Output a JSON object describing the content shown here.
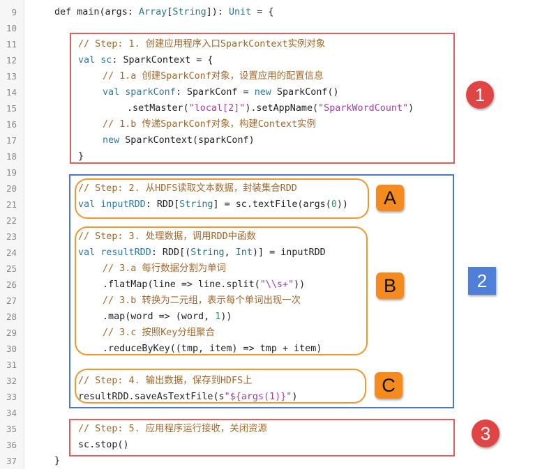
{
  "editor": {
    "lines": [
      {
        "no": "9",
        "tokens": [
          {
            "t": "def main(args: ",
            "c": ""
          },
          {
            "t": "Array",
            "c": "ty"
          },
          {
            "t": "[",
            "c": ""
          },
          {
            "t": "String",
            "c": "ty"
          },
          {
            "t": "]): ",
            "c": ""
          },
          {
            "t": "Unit",
            "c": "ty"
          },
          {
            "t": " = {",
            "c": ""
          }
        ]
      },
      {
        "no": "10",
        "tokens": []
      },
      {
        "no": "11",
        "tokens": [
          {
            "t": "// Step: 1. 创建应用程序入口SparkContext实例对象",
            "c": "comment"
          }
        ]
      },
      {
        "no": "12",
        "tokens": [
          {
            "t": "val ",
            "c": "kw"
          },
          {
            "t": "sc",
            "c": "kw"
          },
          {
            "t": ": SparkContext = {",
            "c": ""
          }
        ]
      },
      {
        "no": "13",
        "tokens": [
          {
            "t": "// 1.a 创建SparkConf对象，设置应用的配置信息",
            "c": "comment"
          }
        ]
      },
      {
        "no": "14",
        "tokens": [
          {
            "t": "val ",
            "c": "kw"
          },
          {
            "t": "sparkConf",
            "c": "kw"
          },
          {
            "t": ": SparkConf = ",
            "c": ""
          },
          {
            "t": "new",
            "c": "kw"
          },
          {
            "t": " SparkConf()",
            "c": ""
          }
        ]
      },
      {
        "no": "15",
        "tokens": [
          {
            "t": ".setMaster(",
            "c": ""
          },
          {
            "t": "\"local[2]\"",
            "c": "str"
          },
          {
            "t": ").setAppName(",
            "c": ""
          },
          {
            "t": "\"SparkWordCount\"",
            "c": "str"
          },
          {
            "t": ")",
            "c": ""
          }
        ]
      },
      {
        "no": "16",
        "tokens": [
          {
            "t": "// 1.b 传递SparkConf对象，构建Context实例",
            "c": "comment"
          }
        ]
      },
      {
        "no": "17",
        "tokens": [
          {
            "t": "new",
            "c": "kw"
          },
          {
            "t": " SparkContext(sparkConf)",
            "c": ""
          }
        ]
      },
      {
        "no": "18",
        "tokens": [
          {
            "t": "}",
            "c": ""
          }
        ]
      },
      {
        "no": "19",
        "tokens": []
      },
      {
        "no": "20",
        "tokens": [
          {
            "t": "// Step: 2. 从HDFS读取文本数据，封装集合RDD",
            "c": "comment"
          }
        ]
      },
      {
        "no": "21",
        "tokens": [
          {
            "t": "val ",
            "c": "kw"
          },
          {
            "t": "inputRDD",
            "c": "kw"
          },
          {
            "t": ": RDD[",
            "c": ""
          },
          {
            "t": "String",
            "c": "ty"
          },
          {
            "t": "] = sc.textFile(args(",
            "c": ""
          },
          {
            "t": "0",
            "c": "num"
          },
          {
            "t": "))",
            "c": ""
          }
        ]
      },
      {
        "no": "22",
        "tokens": []
      },
      {
        "no": "23",
        "tokens": [
          {
            "t": "// Step: 3. 处理数据，调用RDD中函数",
            "c": "comment"
          }
        ]
      },
      {
        "no": "24",
        "tokens": [
          {
            "t": "val ",
            "c": "kw"
          },
          {
            "t": "resultRDD",
            "c": "kw"
          },
          {
            "t": ": RDD[(",
            "c": ""
          },
          {
            "t": "String",
            "c": "ty"
          },
          {
            "t": ", ",
            "c": ""
          },
          {
            "t": "Int",
            "c": "ty"
          },
          {
            "t": ")] = inputRDD",
            "c": ""
          }
        ]
      },
      {
        "no": "25",
        "tokens": [
          {
            "t": "// 3.a 每行数据分割为单词",
            "c": "comment"
          }
        ]
      },
      {
        "no": "26",
        "tokens": [
          {
            "t": ".flatMap(line => line.split(",
            "c": ""
          },
          {
            "t": "\"\\\\s+\"",
            "c": "str"
          },
          {
            "t": "))",
            "c": ""
          }
        ]
      },
      {
        "no": "27",
        "tokens": [
          {
            "t": "// 3.b 转换为二元组，表示每个单词出现一次",
            "c": "comment"
          }
        ]
      },
      {
        "no": "28",
        "tokens": [
          {
            "t": ".map(word => (word, ",
            "c": ""
          },
          {
            "t": "1",
            "c": "num"
          },
          {
            "t": "))",
            "c": ""
          }
        ]
      },
      {
        "no": "29",
        "tokens": [
          {
            "t": "// 3.c 按照Key分组聚合",
            "c": "comment"
          }
        ]
      },
      {
        "no": "30",
        "tokens": [
          {
            "t": ".reduceByKey((tmp, item) => tmp + item)",
            "c": ""
          }
        ]
      },
      {
        "no": "31",
        "tokens": []
      },
      {
        "no": "32",
        "tokens": [
          {
            "t": "// Step: 4. 输出数据，保存到HDFS上",
            "c": "comment"
          }
        ]
      },
      {
        "no": "33",
        "tokens": [
          {
            "t": "resultRDD.saveAsTextFile(s",
            "c": ""
          },
          {
            "t": "\"${args(1)}\"",
            "c": "str"
          },
          {
            "t": ")",
            "c": ""
          }
        ]
      },
      {
        "no": "34",
        "tokens": []
      },
      {
        "no": "35",
        "tokens": [
          {
            "t": "// Step: 5. 应用程序运行接收，关闭资源",
            "c": "comment"
          }
        ]
      },
      {
        "no": "36",
        "tokens": [
          {
            "t": "sc.stop()",
            "c": ""
          }
        ]
      },
      {
        "no": "37",
        "tokens": [
          {
            "t": "}",
            "c": ""
          }
        ]
      }
    ]
  },
  "markers": {
    "m1": "1",
    "m2": "2",
    "m3": "3",
    "mA": "A",
    "mB": "B",
    "mC": "C"
  },
  "colors": {
    "red_box": "#e15c5c",
    "blue_box": "#4b78c9",
    "orange_box": "#f2952b",
    "comment": "#a0682a",
    "keyword": "#2c7aa6"
  }
}
